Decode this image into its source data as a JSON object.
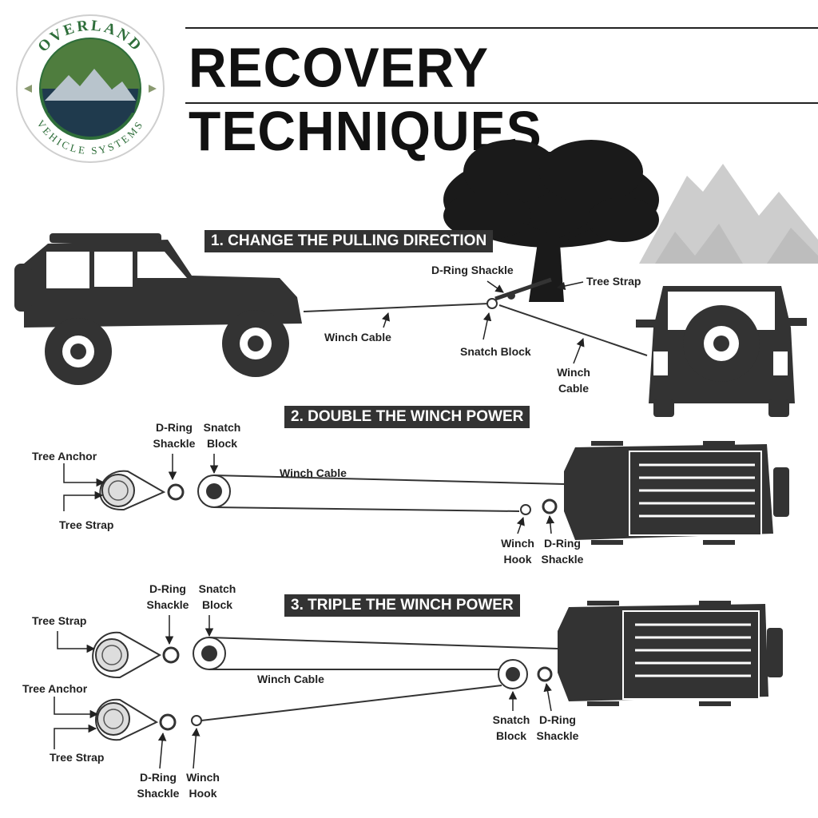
{
  "title": "RECOVERY TECHNIQUES",
  "logo": {
    "brand_top": "OVERLAND",
    "brand_bottom": "VEHICLE SYSTEMS",
    "colors": {
      "ring": "#2e6e3a",
      "mountain": "#1f3a4d",
      "sky": "#4f7d3e"
    }
  },
  "sections": [
    {
      "heading": "1. CHANGE THE PULLING DIRECTION",
      "labels": {
        "d_ring_shackle": "D-Ring Shackle",
        "tree_strap": "Tree Strap",
        "winch_cable_left": "Winch Cable",
        "snatch_block": "Snatch Block",
        "winch_cable_right_1": "Winch",
        "winch_cable_right_2": "Cable"
      }
    },
    {
      "heading": "2. DOUBLE THE WINCH POWER",
      "labels": {
        "d_ring_1": "D-Ring",
        "d_ring_2": "Shackle",
        "snatch_1": "Snatch",
        "snatch_2": "Block",
        "tree_anchor": "Tree Anchor",
        "tree_strap": "Tree Strap",
        "winch_cable": "Winch Cable",
        "winch_hook_1": "Winch",
        "winch_hook_2": "Hook",
        "d_ring_b_1": "D-Ring",
        "d_ring_b_2": "Shackle"
      }
    },
    {
      "heading": "3. TRIPLE THE WINCH POWER",
      "labels": {
        "d_ring_1": "D-Ring",
        "d_ring_2": "Shackle",
        "snatch_1": "Snatch",
        "snatch_2": "Block",
        "tree_strap_top": "Tree Strap",
        "tree_anchor": "Tree Anchor",
        "tree_strap_bottom": "Tree Strap",
        "winch_cable": "Winch Cable",
        "snatch_b_1": "Snatch",
        "snatch_b_2": "Block",
        "d_ring_b_1": "D-Ring",
        "d_ring_b_2": "Shackle",
        "d_ring_c_1": "D-Ring",
        "d_ring_c_2": "Shackle",
        "winch_hook_1": "Winch",
        "winch_hook_2": "Hook"
      }
    }
  ],
  "colors": {
    "vehicle": "#333333",
    "cable": "#333333",
    "mountains": "#c8c8c8",
    "banner": "#333333"
  }
}
